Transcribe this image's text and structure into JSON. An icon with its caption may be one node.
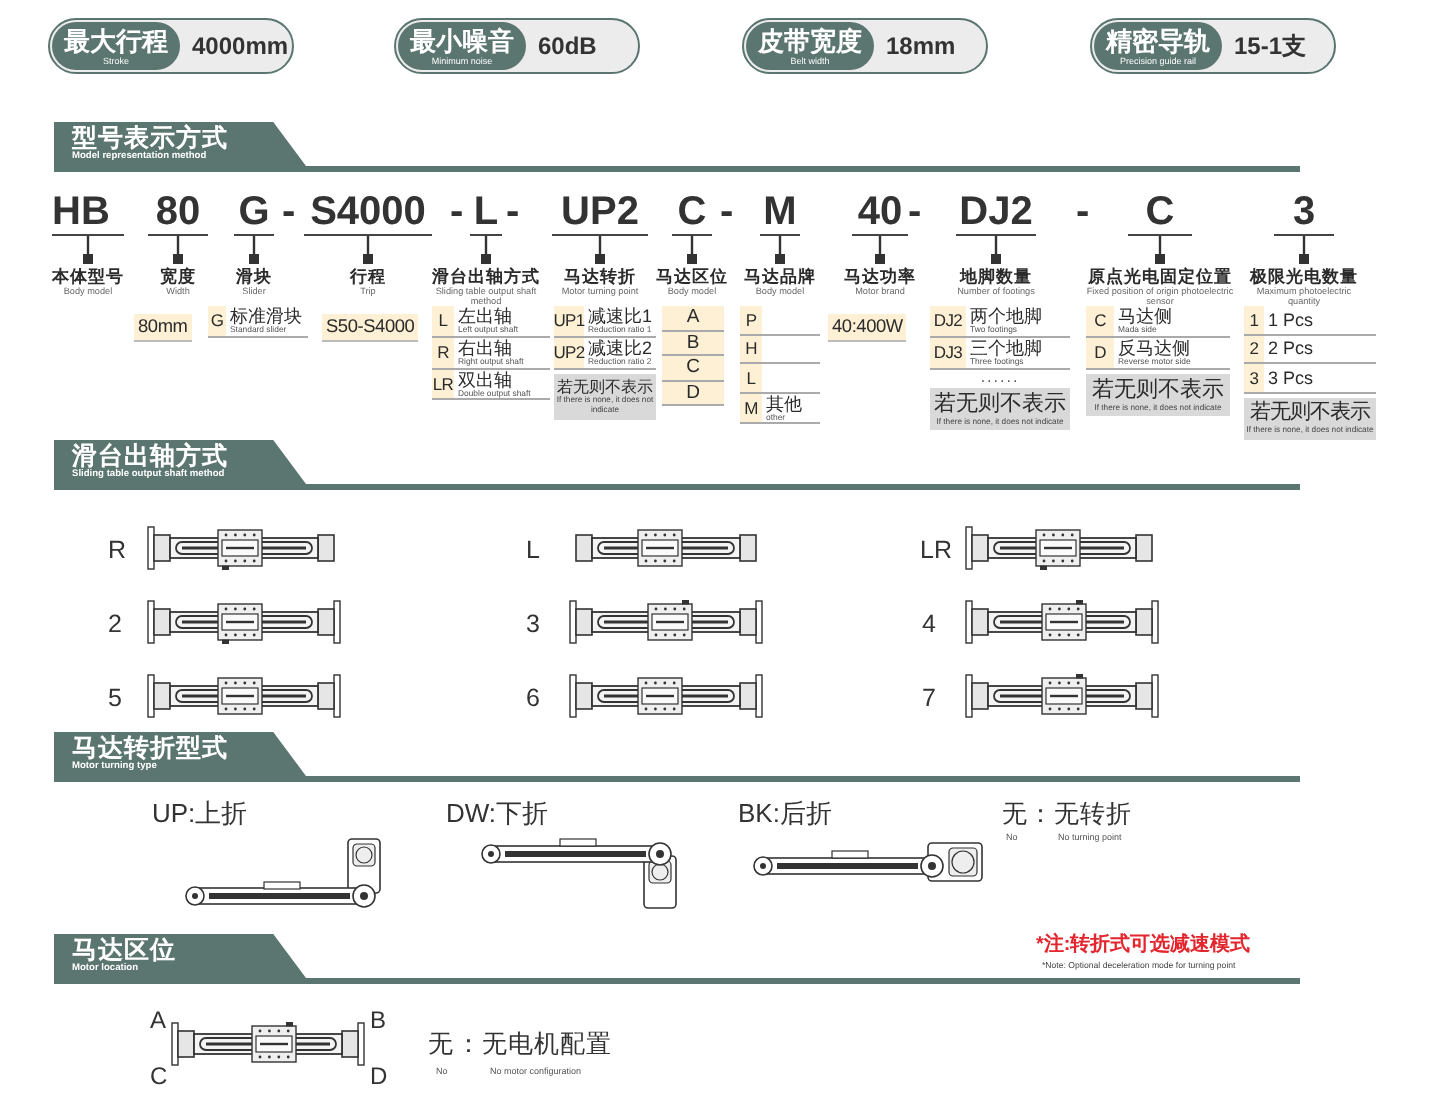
{
  "diagram": {
    "nodes": [
      {
        "text": [
          "最大行程",
          "Stroke",
          "4000mm"
        ]
      },
      {
        "text": [
          "最小噪音",
          "Minimum noise",
          "60dB"
        ]
      },
      {
        "text": [
          "皮带宽度",
          "Belt width",
          "18mm"
        ]
      },
      {
        "text": [
          "精密导轨",
          "Precision guide rail",
          "15-1支"
        ]
      },
      {
        "text": [
          "型号表示方式",
          "Model representation method"
        ]
      },
      {
        "text": [
          "HB"
        ]
      },
      {
        "text": [
          "80"
        ]
      },
      {
        "text": [
          "G"
        ]
      },
      {
        "text": [
          "S4000"
        ]
      },
      {
        "text": [
          "L"
        ]
      },
      {
        "text": [
          "UP2"
        ]
      },
      {
        "text": [
          "C"
        ]
      },
      {
        "text": [
          "M"
        ]
      },
      {
        "text": [
          "40"
        ]
      },
      {
        "text": [
          "DJ2"
        ]
      },
      {
        "text": [
          "C"
        ]
      },
      {
        "text": [
          "3"
        ]
      },
      {
        "text": [
          "本体型号",
          "Body model"
        ]
      },
      {
        "text": [
          "宽度",
          "Width"
        ]
      },
      {
        "text": [
          "滑块",
          "Slider"
        ]
      },
      {
        "text": [
          "行程",
          "Trip"
        ]
      },
      {
        "text": [
          "滑台出轴方式",
          "Sliding table output shaft method"
        ]
      },
      {
        "text": [
          "马达转折",
          "Motor turning point"
        ]
      },
      {
        "text": [
          "马达区位",
          "Body model"
        ]
      },
      {
        "text": [
          "马达品牌",
          "Body model"
        ]
      },
      {
        "text": [
          "马达功率",
          "Motor brand"
        ]
      },
      {
        "text": [
          "地脚数量",
          "Number of footings"
        ]
      },
      {
        "text": [
          "原点光电固定位置",
          "Fixed position of origin photoelectric sensor"
        ]
      },
      {
        "text": [
          "极限光电数量",
          "Maximum photoelectric quantity"
        ]
      },
      {
        "text": [
          "滑台出轴方式",
          "Sliding table output shaft method"
        ]
      },
      {
        "text": [
          "马达转折型式",
          "Motor turning type"
        ]
      },
      {
        "text": [
          "马达区位",
          "Motor location"
        ]
      }
    ],
    "edges": [
      {
        "from": 5,
        "to": 17,
        "arrow": "other"
      },
      {
        "from": 6,
        "to": 18,
        "arrow": "other"
      },
      {
        "from": 7,
        "to": 19,
        "arrow": "other"
      },
      {
        "from": 8,
        "to": 20,
        "arrow": "other"
      },
      {
        "from": 9,
        "to": 21,
        "arrow": "other"
      },
      {
        "from": 10,
        "to": 22,
        "arrow": "other"
      },
      {
        "from": 11,
        "to": 23,
        "arrow": "other"
      },
      {
        "from": 12,
        "to": 24,
        "arrow": "other"
      },
      {
        "from": 13,
        "to": 25,
        "arrow": "other"
      },
      {
        "from": 14,
        "to": 26,
        "arrow": "other"
      },
      {
        "from": 15,
        "to": 27,
        "arrow": "other"
      },
      {
        "from": 16,
        "to": 28,
        "arrow": "other"
      }
    ],
    "labels": [
      "-",
      "-",
      "-",
      "-",
      "-",
      "-",
      "80mm",
      "G",
      "标准滑块",
      "Standard slider",
      "S50-S4000",
      "L",
      "左出轴",
      "Left output shaft",
      "R",
      "右出轴",
      "Right output shaft",
      "LR",
      "双出轴",
      "Double output shaft",
      "UP1",
      "减速比1",
      "Reduction ratio 1",
      "UP2",
      "减速比2",
      "Reduction ratio 2",
      "若无则不表示",
      "If there is none, it does not indicate",
      "A",
      "B",
      "C",
      "D",
      "P",
      "H",
      "L",
      "M",
      "其他",
      "other",
      "40:400W",
      "DJ2",
      "两个地脚",
      "Two footings",
      "DJ3",
      "三个地脚",
      "Three footings",
      "......",
      "若无则不表示",
      "If there is none, it does not indicate",
      "C",
      "马达侧",
      "Mada side",
      "D",
      "反马达侧",
      "Reverse motor side",
      "若无则不表示",
      "If there is none, it does not indicate",
      "1",
      "1 Pcs",
      "2",
      "2 Pcs",
      "3",
      "3 Pcs",
      "若无则不表示",
      "If there is none, it does not indicate",
      "R",
      "L",
      "LR",
      "2",
      "3",
      "4",
      "5",
      "6",
      "7",
      "UP:上折",
      "DW:下折",
      "BK:后折",
      "无",
      "：无转折",
      "No",
      "No turning point",
      "*注:转折式可选减速模式",
      "*Note: Optional deceleration mode for turning point",
      "A",
      "B",
      "C",
      "D",
      "无",
      "：无电机配置",
      "No",
      "No motor configuration"
    ]
  }
}
